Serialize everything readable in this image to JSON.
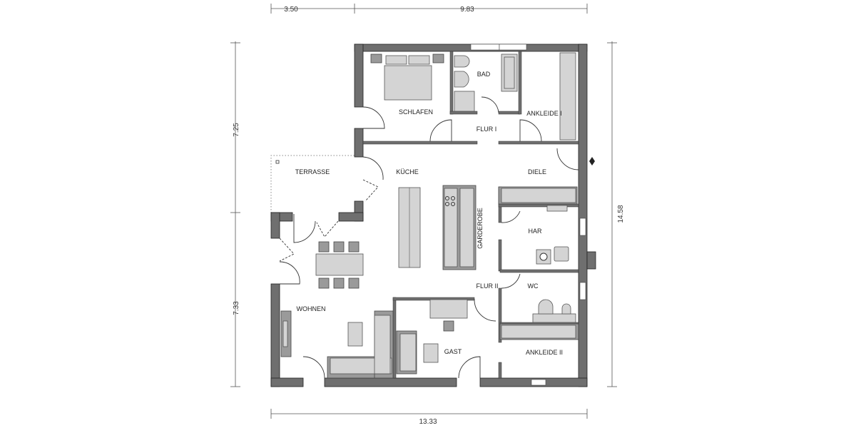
{
  "rooms": {
    "schlafen": "SCHLAFEN",
    "bad": "BAD",
    "ankleide1": "ANKLEIDE I",
    "flur1": "FLUR I",
    "terrasse": "TERRASSE",
    "kueche": "KÜCHE",
    "diele": "DIELE",
    "garderobe": "GARDEROBE",
    "har": "HAR",
    "flur2": "FLUR II",
    "wc": "WC",
    "wohnen": "WOHNEN",
    "gast": "GAST",
    "ankleide2": "ANKLEIDE II"
  },
  "dimensions": {
    "top_left": "3.50",
    "top_right": "9.83",
    "left_top": "7.25",
    "left_bottom": "7.33",
    "right_total": "14.58",
    "bottom_total": "13.33"
  },
  "colors": {
    "wall": "#6f6f6f",
    "furniture": "#d4d4d4"
  }
}
